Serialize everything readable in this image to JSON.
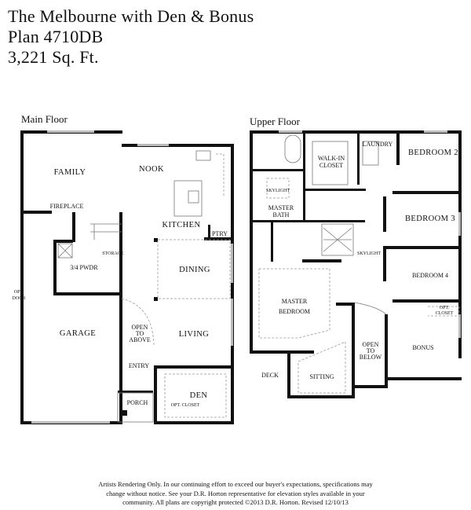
{
  "header": {
    "title": "The Melbourne with Den & Bonus",
    "plan": "Plan 4710DB",
    "sqft": "3,221 Sq. Ft."
  },
  "main_floor": {
    "heading": "Main Floor",
    "rooms": {
      "family": "FAMILY",
      "nook": "NOOK",
      "kitchen": "KITCHEN",
      "ptry": "PTRY",
      "fireplace": "FIREPLACE",
      "storage": "STORAGE",
      "pwdr": "3/4 PWDR",
      "dining": "DINING",
      "opt_door_1": "OPT.",
      "opt_door_2": "DOOR",
      "garage": "GARAGE",
      "open_1": "OPEN",
      "open_2": "TO",
      "open_3": "ABOVE",
      "living": "LIVING",
      "entry": "ENTRY",
      "den": "DEN",
      "opt_closet": "OPT. CLOSET",
      "porch": "PORCH"
    }
  },
  "upper_floor": {
    "heading": "Upper Floor",
    "rooms": {
      "walkin_1": "WALK-IN",
      "walkin_2": "CLOSET",
      "laundry": "LAUNDRY",
      "bedroom2": "BEDROOM 2",
      "skylight_1": "SKYLIGHT",
      "master_bath_1": "MASTER",
      "master_bath_2": "BATH",
      "bedroom3": "BEDROOM 3",
      "skylight_2": "SKYLIGHT",
      "bedroom4": "BEDROOM 4",
      "master_bed_1": "MASTER",
      "master_bed_2": "BEDROOM",
      "opt_closet_1": "OPT.",
      "opt_closet_2": "CLOSET",
      "open_1": "OPEN",
      "open_2": "TO",
      "open_3": "BELOW",
      "bonus": "BONUS",
      "deck": "DECK",
      "sitting": "SITTING"
    }
  },
  "footer": {
    "line1": "Artists Rendering Only. In our continuing effort to exceed our buyer's expectations, specifications may",
    "line2": "change without notice. See your D.R. Horton representative for elevation styles available in your",
    "line3": "community. All plans are copyright protected ©2013 D.R. Horton. Revised 12/10/13"
  }
}
